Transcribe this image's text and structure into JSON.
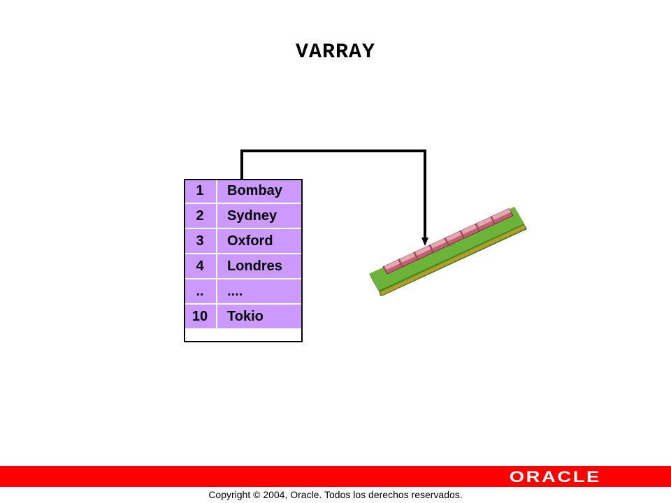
{
  "title": "VARRAY",
  "varray": {
    "rows": [
      {
        "index": "1",
        "value": "Bombay"
      },
      {
        "index": "2",
        "value": "Sydney"
      },
      {
        "index": "3",
        "value": "Oxford"
      },
      {
        "index": "4",
        "value": "Londres"
      },
      {
        "index": "..",
        "value": "...."
      },
      {
        "index": "10",
        "value": "Tokio"
      }
    ],
    "cell_color": "#cc99ff"
  },
  "memory_module": {
    "icon": "memory-module-icon",
    "board_color": "#66aa33",
    "chip_color": "#cc6677"
  },
  "footer": {
    "bar_color": "#ff0000",
    "logo": "ORACLE",
    "copyright": "Copyright © 2004, Oracle. Todos los derechos reservados."
  }
}
